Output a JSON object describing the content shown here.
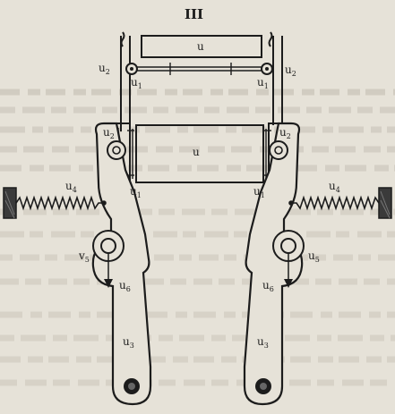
{
  "figure": {
    "number": "III",
    "colors": {
      "paper": "#e6e2d8",
      "ink": "#1c1c1c",
      "bleed": "#b9b4a9"
    }
  },
  "labels": {
    "u_top": {
      "base": "u",
      "sub": ""
    },
    "u2_top_left": {
      "base": "u",
      "sub": "2"
    },
    "u2_top_right": {
      "base": "u",
      "sub": "2"
    },
    "u1_top_left": {
      "base": "u",
      "sub": "1"
    },
    "u1_top_right": {
      "base": "u",
      "sub": "1"
    },
    "u2_mid_left": {
      "base": "u",
      "sub": "2"
    },
    "u2_mid_right": {
      "base": "u",
      "sub": "2"
    },
    "u_mid": {
      "base": "u",
      "sub": ""
    },
    "u1_mid_left": {
      "base": "u",
      "sub": "1"
    },
    "u1_mid_right": {
      "base": "u",
      "sub": "1"
    },
    "u4_left": {
      "base": "u",
      "sub": "4"
    },
    "u4_right": {
      "base": "u",
      "sub": "4"
    },
    "u5_left": {
      "base": "v",
      "sub": "5"
    },
    "u5_right": {
      "base": "u",
      "sub": "5"
    },
    "u6_left": {
      "base": "u",
      "sub": "6"
    },
    "u6_right": {
      "base": "u",
      "sub": "6"
    },
    "u3_left": {
      "base": "u",
      "sub": "3"
    },
    "u3_right": {
      "base": "u",
      "sub": "3"
    }
  }
}
